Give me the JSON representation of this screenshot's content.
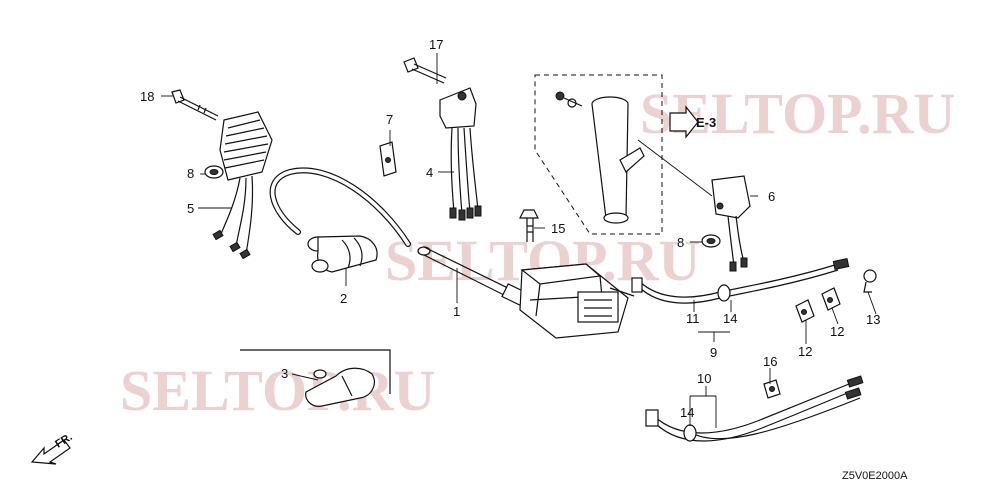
{
  "diagram": {
    "part_labels": {
      "p1": "1",
      "p2": "2",
      "p3": "3",
      "p4": "4",
      "p5": "5",
      "p6": "6",
      "p7": "7",
      "p8a": "8",
      "p8b": "8",
      "p9": "9",
      "p10": "10",
      "p11": "11",
      "p12a": "12",
      "p12b": "12",
      "p13": "13",
      "p14a": "14",
      "p14b": "14",
      "p15": "15",
      "p16": "16",
      "p17": "17",
      "p18": "18"
    },
    "reference": "E-3",
    "direction": "FR.",
    "drawing_code": "Z5V0E2000A",
    "watermark": "SELTOP.RU"
  }
}
